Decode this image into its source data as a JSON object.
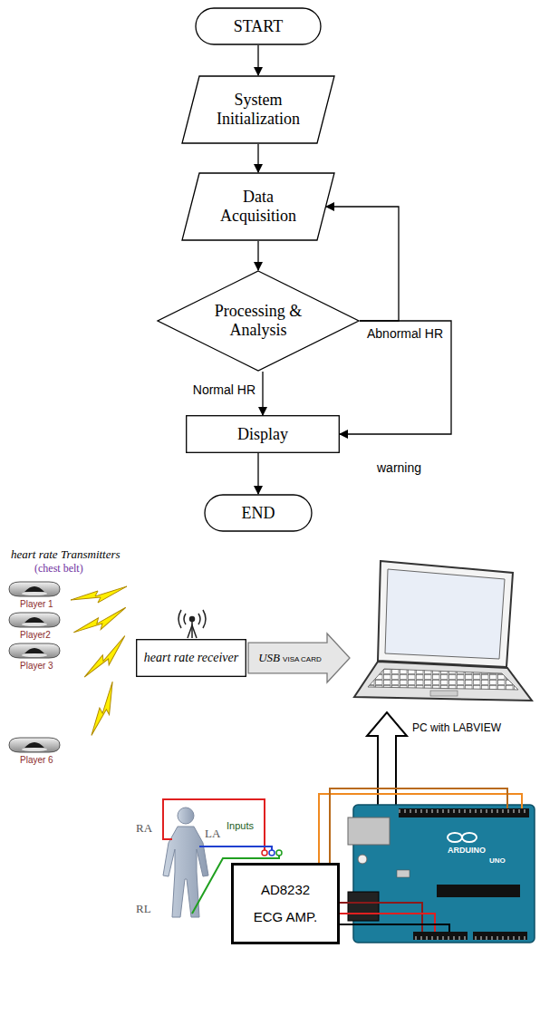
{
  "diagram": {
    "nodes": [
      {
        "text": [
          "START"
        ]
      },
      {
        "text": [
          "System Initialization"
        ]
      },
      {
        "text": [
          "Data Acquisition"
        ]
      },
      {
        "text": [
          "Processing & Analysis"
        ]
      },
      {
        "text": [
          "Display"
        ]
      },
      {
        "text": [
          "END"
        ]
      },
      {
        "text": [
          "heart rate receiver"
        ]
      },
      {
        "text": [
          "USB",
          "VISA CARD"
        ]
      },
      {
        "text": [
          "PC with LABVIEW"
        ]
      },
      {
        "text": [
          "AD8232 ECG AMP."
        ]
      }
    ],
    "edges": [
      {
        "from": 0,
        "to": 1,
        "arrow": "to"
      },
      {
        "from": 1,
        "to": 2,
        "arrow": "to"
      },
      {
        "from": 2,
        "to": 3,
        "arrow": "to"
      },
      {
        "from": 3,
        "to": 2,
        "arrow": "to"
      },
      {
        "from": 3,
        "to": 4,
        "label": "Normal HR",
        "arrow": "to"
      },
      {
        "from": 3,
        "to": 4,
        "label": "Abnormal HR",
        "arrow": "to"
      },
      {
        "from": 4,
        "to": 5,
        "arrow": "to"
      }
    ],
    "labels": [
      "warning",
      "heart rate Transmitters",
      "(chest belt)",
      "Player 1",
      "Player2",
      "Player 3",
      "Player 6",
      "RA",
      "LA",
      "RL",
      "Inputs",
      "ARDUINO",
      "UNO"
    ]
  }
}
